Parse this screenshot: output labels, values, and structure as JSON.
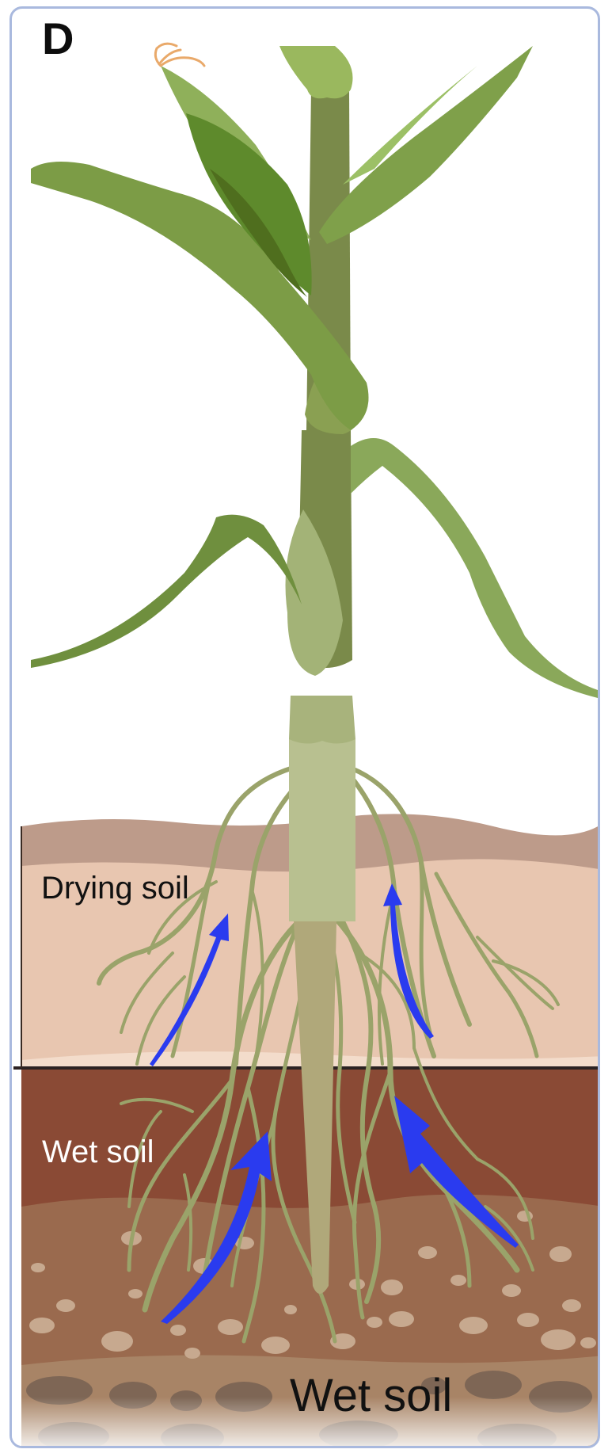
{
  "panel": {
    "letter": "D"
  },
  "labels": {
    "upper_soil": "Drying soil",
    "middle_soil": "Wet soil",
    "deep_soil": "Wet soil"
  },
  "colors": {
    "frame_border": "#a9b9de",
    "drying_soil_top": "#bd9b8a",
    "drying_soil": "#e8c6b0",
    "wet_soil": "#8a4a35",
    "deep_wet_soil": "#9a6a4e",
    "water_arrow": "#2a3bef",
    "stem": "#7a8a4a",
    "leaf": "#7fa04a",
    "root": "#9aa36a"
  }
}
